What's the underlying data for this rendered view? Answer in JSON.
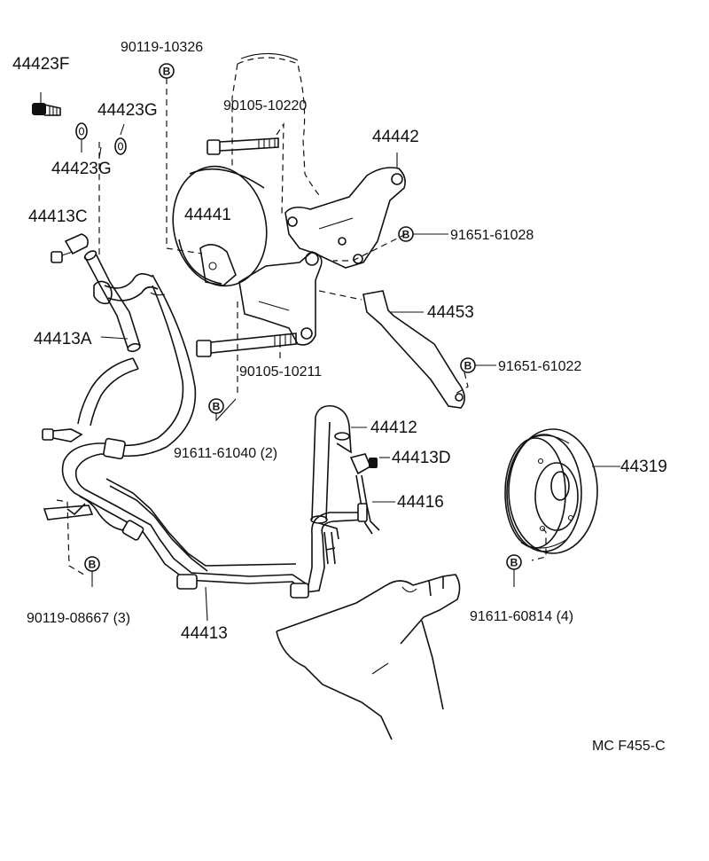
{
  "diagram": {
    "callouts": {
      "p44423F": "44423F",
      "p90119_10326": "90119-10326",
      "p44423G_a": "44423G",
      "p44423G_b": "44423G",
      "p90105_10220": "90105-10220",
      "p44442": "44442",
      "p44413C": "44413C",
      "p44441": "44441",
      "p91651_61028": "91651-61028",
      "p44453": "44453",
      "p44413A": "44413A",
      "p90105_10211": "90105-10211",
      "p91651_61022": "91651-61022",
      "p44412": "44412",
      "p91611_61040": "91611-61040 (2)",
      "p44413D": "44413D",
      "p44319": "44319",
      "p44416": "44416",
      "p90119_08667": "90119-08667 (3)",
      "p91611_60814": "91611-60814 (4)",
      "p44413": "44413"
    },
    "badge_letter": "B",
    "figure_code": "MC  F455-C"
  }
}
